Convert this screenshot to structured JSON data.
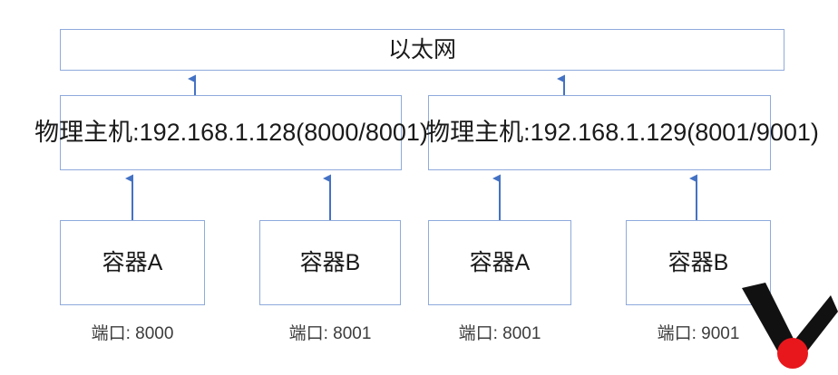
{
  "diagram": {
    "title_text": "以太网",
    "network": {
      "label": "以太网",
      "name": "ethernet-bus"
    },
    "hosts": [
      {
        "id": "host-left",
        "label": "物理主机:192.168.1.128(8000/8001)",
        "ip": "192.168.1.128",
        "ports": "8000/8001"
      },
      {
        "id": "host-right",
        "label": "物理主机:192.168.1.129(8001/9001)",
        "ip": "192.168.1.129",
        "ports": "8001/9001"
      }
    ],
    "containers": [
      {
        "id": "container-left-a",
        "label": "容器A",
        "port_label": "端口: 8000",
        "port": "8000",
        "host": "host-left"
      },
      {
        "id": "container-left-b",
        "label": "容器B",
        "port_label": "端口: 8001",
        "port": "8001",
        "host": "host-left"
      },
      {
        "id": "container-right-a",
        "label": "容器A",
        "port_label": "端口: 8001",
        "port": "8001",
        "host": "host-right"
      },
      {
        "id": "container-right-b",
        "label": "容器B",
        "port_label": "端口: 9001",
        "port": "9001",
        "host": "host-right"
      }
    ],
    "connections": [
      {
        "from": "host-left",
        "to": "ethernet-bus",
        "direction": "up"
      },
      {
        "from": "host-right",
        "to": "ethernet-bus",
        "direction": "up"
      },
      {
        "from": "container-left-a",
        "to": "host-left",
        "direction": "up"
      },
      {
        "from": "container-left-b",
        "to": "host-left",
        "direction": "up"
      },
      {
        "from": "container-right-a",
        "to": "host-right",
        "direction": "up"
      },
      {
        "from": "container-right-b",
        "to": "host-right",
        "direction": "up"
      }
    ],
    "colors": {
      "box_border": "#8faadc",
      "connector": "#4472c4",
      "text": "#1a1a1a",
      "port_text": "#3c3c3c",
      "background": "#ffffff",
      "watermark_dark": "#111111",
      "watermark_accent": "#e8171c"
    },
    "watermark": {
      "name": "v-logo-watermark",
      "shape": "checkmark-with-red-dot"
    }
  }
}
